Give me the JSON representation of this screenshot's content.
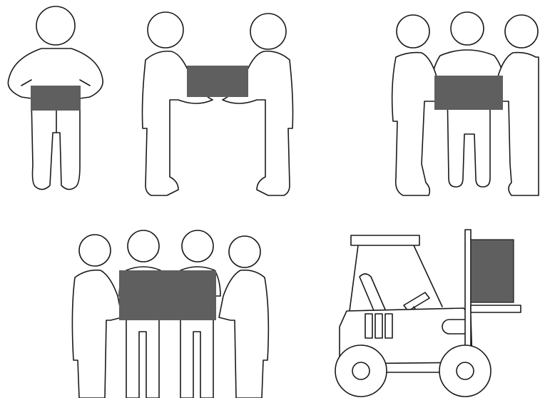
{
  "colors": {
    "background": "#ffffff",
    "outline": "#1a1a1a",
    "load_box": "#5f5f5f"
  },
  "panels": [
    {
      "id": "one-person-carry",
      "people": 1
    },
    {
      "id": "two-person-carry",
      "people": 2
    },
    {
      "id": "three-person-carry",
      "people": 3
    },
    {
      "id": "four-person-carry",
      "people": 4
    },
    {
      "id": "forklift-carry",
      "people": 0
    }
  ]
}
